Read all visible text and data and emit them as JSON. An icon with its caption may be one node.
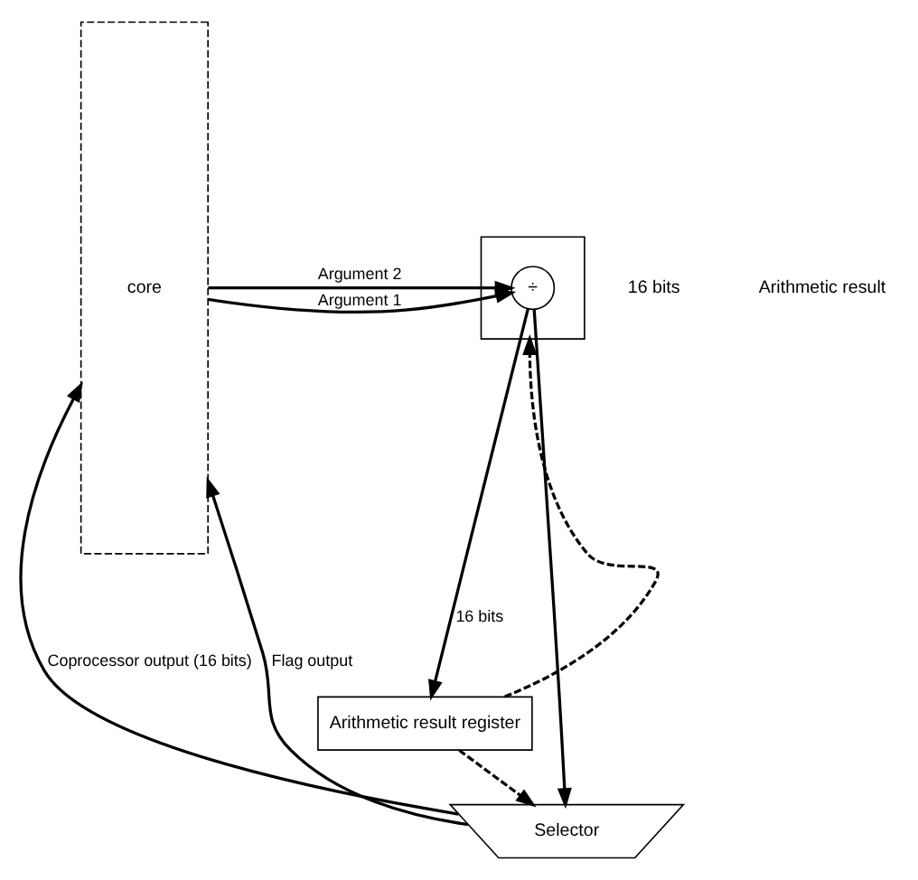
{
  "diagram": {
    "nodes": [
      {
        "text": [
          "core"
        ]
      },
      {
        "text": [],
        "shape": "box"
      },
      {
        "text": [
          "÷"
        ],
        "in": 1
      },
      {
        "text": [
          "Arithmetic result register"
        ]
      },
      {
        "text": [
          "Selector"
        ]
      }
    ],
    "edges": [
      {
        "from": 0,
        "to": 2,
        "arrow": "to",
        "label": "Argument 2"
      },
      {
        "from": 0,
        "to": 2,
        "arrow": "to",
        "label": "Argument 1"
      },
      {
        "from": 2,
        "to": 3,
        "arrow": "to",
        "label": "16 bits"
      },
      {
        "from": 2,
        "to": 4,
        "arrow": "to"
      },
      {
        "from": 3,
        "to": 4,
        "arrow": "to",
        "style": "dashed"
      },
      {
        "from": 3,
        "to": 1,
        "arrow": "to",
        "style": "dashed"
      },
      {
        "from": 4,
        "to": 0,
        "arrow": "to",
        "label": "Coprocessor output (16 bits)"
      },
      {
        "from": 4,
        "to": 0,
        "arrow": "to",
        "label": "Flag output"
      }
    ],
    "labels": [
      "16 bits",
      "Arithmetic result"
    ]
  }
}
